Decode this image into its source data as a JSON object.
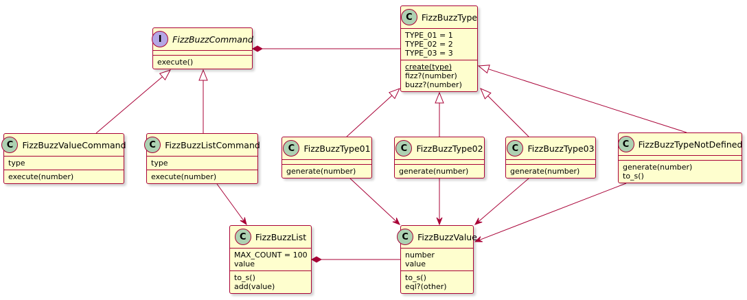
{
  "classes": [
    {
      "id": "cmd",
      "name": "FizzBuzzCommand",
      "stereotype": "I",
      "italic": true,
      "sections": [
        [],
        [
          "execute()"
        ]
      ]
    },
    {
      "id": "type",
      "name": "FizzBuzzType",
      "stereotype": "C",
      "sections": [
        [
          "TYPE_01 = 1",
          "TYPE_02 = 2",
          "TYPE_03 = 3"
        ],
        [
          "create(type)",
          "fizz?(number)",
          "buzz?(number)"
        ]
      ],
      "underlined": [
        "create(type)"
      ]
    },
    {
      "id": "valcmd",
      "name": "FizzBuzzValueCommand",
      "stereotype": "C",
      "sections": [
        [
          "type"
        ],
        [
          "execute(number)"
        ]
      ]
    },
    {
      "id": "listcmd",
      "name": "FizzBuzzListCommand",
      "stereotype": "C",
      "sections": [
        [
          "type"
        ],
        [
          "execute(number)"
        ]
      ]
    },
    {
      "id": "t01",
      "name": "FizzBuzzType01",
      "stereotype": "C",
      "sections": [
        [],
        [
          "generate(number)"
        ]
      ]
    },
    {
      "id": "t02",
      "name": "FizzBuzzType02",
      "stereotype": "C",
      "sections": [
        [],
        [
          "generate(number)"
        ]
      ]
    },
    {
      "id": "t03",
      "name": "FizzBuzzType03",
      "stereotype": "C",
      "sections": [
        [],
        [
          "generate(number)"
        ]
      ]
    },
    {
      "id": "tnd",
      "name": "FizzBuzzTypeNotDefined",
      "stereotype": "C",
      "sections": [
        [],
        [
          "generate(number)",
          "to_s()"
        ]
      ]
    },
    {
      "id": "list",
      "name": "FizzBuzzList",
      "stereotype": "C",
      "sections": [
        [
          "MAX_COUNT = 100",
          "value"
        ],
        [
          "to_s()",
          "add(value)"
        ]
      ]
    },
    {
      "id": "value",
      "name": "FizzBuzzValue",
      "stereotype": "C",
      "sections": [
        [
          "number",
          "value"
        ],
        [
          "to_s()",
          "eql?(other)"
        ]
      ]
    }
  ],
  "relations": [
    {
      "from": "valcmd",
      "to": "cmd",
      "kind": "extends"
    },
    {
      "from": "listcmd",
      "to": "cmd",
      "kind": "extends"
    },
    {
      "from": "type",
      "to": "cmd",
      "kind": "composition"
    },
    {
      "from": "t01",
      "to": "type",
      "kind": "extends"
    },
    {
      "from": "t02",
      "to": "type",
      "kind": "extends"
    },
    {
      "from": "t03",
      "to": "type",
      "kind": "extends"
    },
    {
      "from": "tnd",
      "to": "type",
      "kind": "extends"
    },
    {
      "from": "listcmd",
      "to": "list",
      "kind": "association"
    },
    {
      "from": "value",
      "to": "list",
      "kind": "composition"
    },
    {
      "from": "t01",
      "to": "value",
      "kind": "association"
    },
    {
      "from": "t02",
      "to": "value",
      "kind": "association"
    },
    {
      "from": "t03",
      "to": "value",
      "kind": "association"
    },
    {
      "from": "tnd",
      "to": "value",
      "kind": "association"
    }
  ],
  "colors": {
    "border": "#a80036",
    "fill": "#fefece",
    "class_badge": "#add1b2",
    "interface_badge": "#b4a7e5"
  }
}
